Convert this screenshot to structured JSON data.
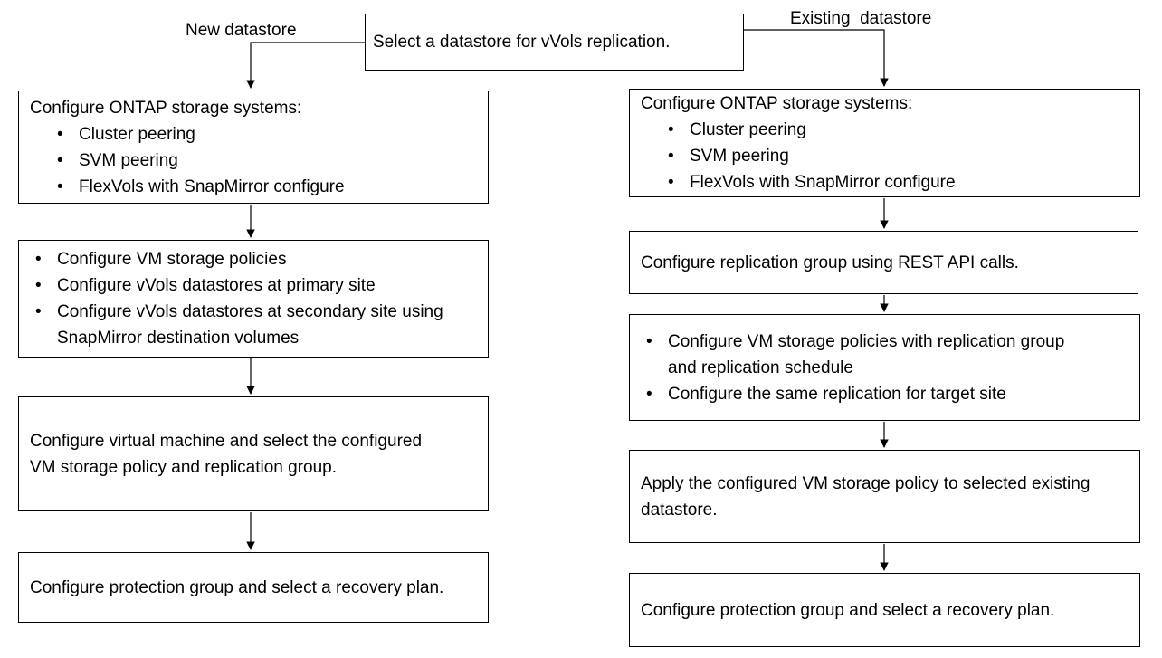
{
  "colors": {
    "line": "#000000",
    "background": "#ffffff",
    "text": "#000000"
  },
  "glyphs": {
    "bullet": "•"
  },
  "root": {
    "text": "Select a datastore for vVols replication."
  },
  "branch_labels": {
    "left": "New datastore",
    "right": "Existing  datastore"
  },
  "left": {
    "box1": {
      "title": "Configure ONTAP storage systems:",
      "bullets": [
        "Cluster peering",
        "SVM peering",
        "FlexVols with SnapMirror configure"
      ]
    },
    "box2": {
      "bullets": [
        "Configure VM storage policies",
        "Configure vVols datastores at primary site",
        "Configure vVols datastores at secondary site using SnapMirror destination volumes"
      ]
    },
    "box3": {
      "text": "Configure virtual machine and select the configured VM storage policy and replication group."
    },
    "box4": {
      "text": "Configure protection group and select a recovery plan."
    }
  },
  "right": {
    "box1": {
      "title": "Configure ONTAP storage systems:",
      "bullets": [
        "Cluster peering",
        "SVM peering",
        "FlexVols with SnapMirror configure"
      ]
    },
    "box2": {
      "text": "Configure replication group using REST API calls."
    },
    "box3": {
      "bullets": [
        "Configure VM storage policies with replication group and replication schedule",
        "Configure the same replication for target site"
      ]
    },
    "box4": {
      "text": "Apply the configured VM storage policy to selected existing datastore."
    },
    "box5": {
      "text": "Configure protection group and select a recovery plan."
    }
  }
}
